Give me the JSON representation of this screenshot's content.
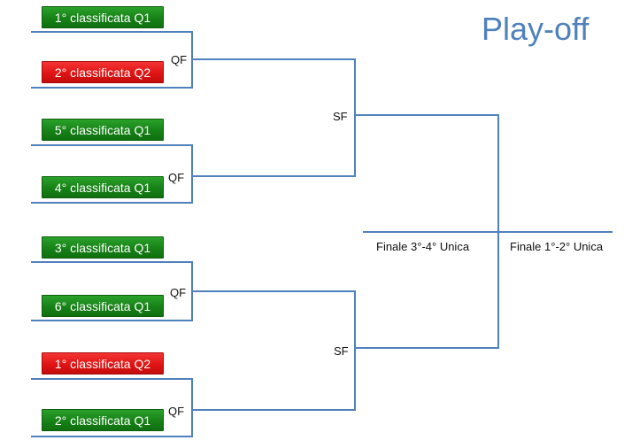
{
  "title": "Play-off",
  "colors": {
    "line": "#4f81bd",
    "q1_box": "#178117",
    "q2_box": "#e01414",
    "title": "#4f81bd"
  },
  "teams": [
    {
      "label": "1° classificata Q1",
      "color": "green"
    },
    {
      "label": "2° classificata Q2",
      "color": "red"
    },
    {
      "label": "5° classificata Q1",
      "color": "green"
    },
    {
      "label": "4° classificata Q1",
      "color": "green"
    },
    {
      "label": "3° classificata Q1",
      "color": "green"
    },
    {
      "label": "6° classificata Q1",
      "color": "green"
    },
    {
      "label": "1° classificata Q2",
      "color": "red"
    },
    {
      "label": "2° classificata Q1",
      "color": "green"
    }
  ],
  "rounds": {
    "quarterfinal": "QF",
    "semifinal": "SF",
    "final_third_fourth": "Finale 3°-4° Unica",
    "final_first_second": "Finale 1°-2° Unica"
  }
}
